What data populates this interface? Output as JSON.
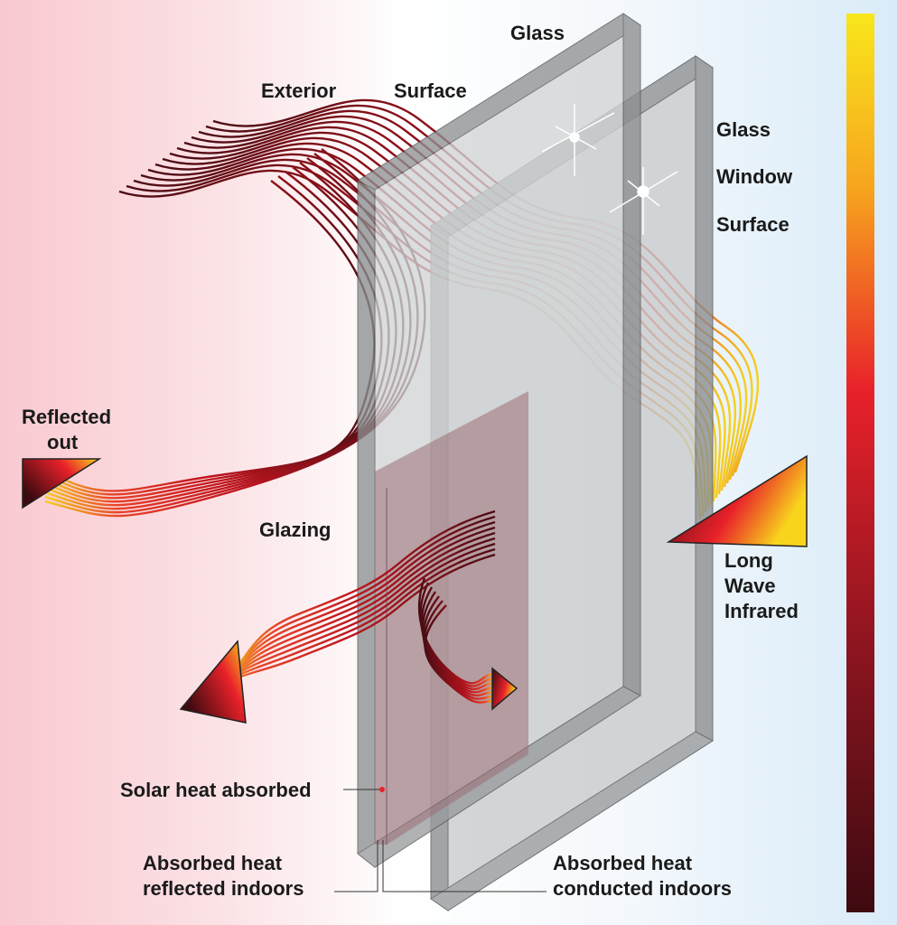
{
  "labels": {
    "glass_top": "Glass",
    "exterior": "Exterior",
    "surface_top": "Surface",
    "glass_right": "Glass",
    "window_right": "Window",
    "surface_right": "Surface",
    "reflected_out_1": "Reflected",
    "reflected_out_2": "out",
    "glazing": "Glazing",
    "long_wave_1": "Long",
    "long_wave_2": "Wave",
    "long_wave_3": "Infrared",
    "solar_heat_absorbed": "Solar heat absorbed",
    "reflected_indoors_1": "Absorbed heat",
    "reflected_indoors_2": "reflected indoors",
    "conducted_indoors_1": "Absorbed heat",
    "conducted_indoors_2": "conducted indoors"
  },
  "colors": {
    "wave_dark": "#4a0d14",
    "wave_red": "#c0141e",
    "wave_yellow": "#f5d020",
    "glass_face": "#b9bcbe",
    "glass_edge": "#8c8f91",
    "absorbed_tint": "#9a6d74",
    "scale_top": "#f8e71c",
    "scale_mid": "#e8212a",
    "scale_bottom": "#3d0a10"
  }
}
